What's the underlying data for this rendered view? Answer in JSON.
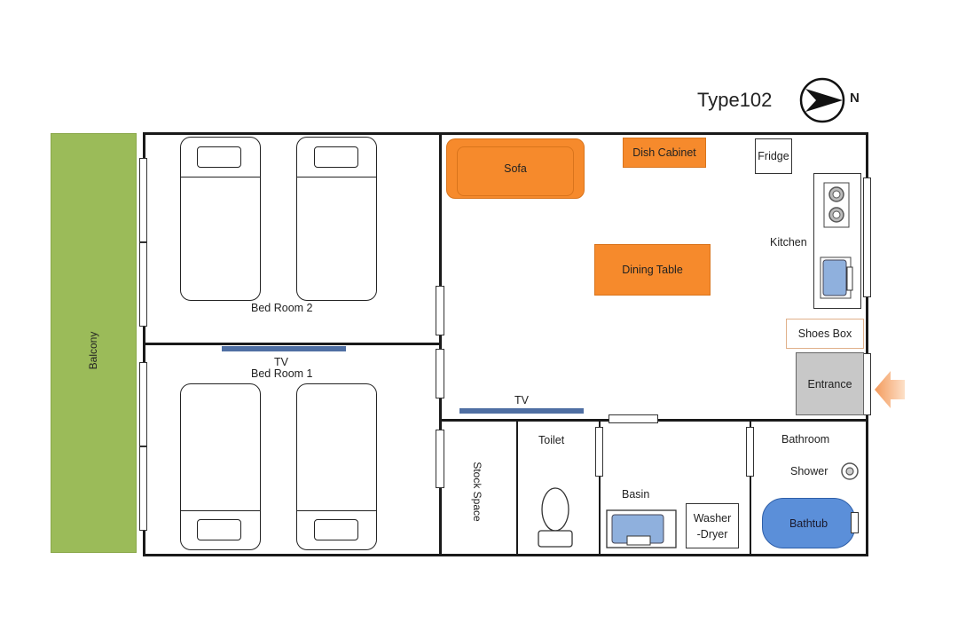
{
  "title": "Type102",
  "compass": {
    "label": "N"
  },
  "balcony": {
    "label": "Balcony",
    "color": "#9bbb59"
  },
  "rooms": {
    "bedroom2": "Bed Room 2",
    "bedroom1": "Bed Room 1",
    "kitchen": "Kitchen",
    "stock_space": "Stock Space",
    "toilet": "Toilet",
    "basin": "Basin",
    "bathroom": "Bathroom",
    "shower": "Shower"
  },
  "furniture": {
    "sofa": "Sofa",
    "dish_cabinet": "Dish Cabinet",
    "fridge": "Fridge",
    "dining_table": "Dining Table",
    "shoes_box": "Shoes Box",
    "entrance": "Entrance",
    "tv_bedroom": "TV",
    "tv_living": "TV",
    "washer_line1": "Washer",
    "washer_line2": "-Dryer",
    "bathtub": "Bathtub"
  },
  "colors": {
    "furniture_orange": "#f68a2c",
    "tv_blue": "#4f6fa3",
    "bathtub_blue": "#5b8fd9",
    "fixture_blue": "#8fb0dd",
    "arrow_peach": "#f7c29a",
    "entrance_gray": "#c8c8c8"
  }
}
